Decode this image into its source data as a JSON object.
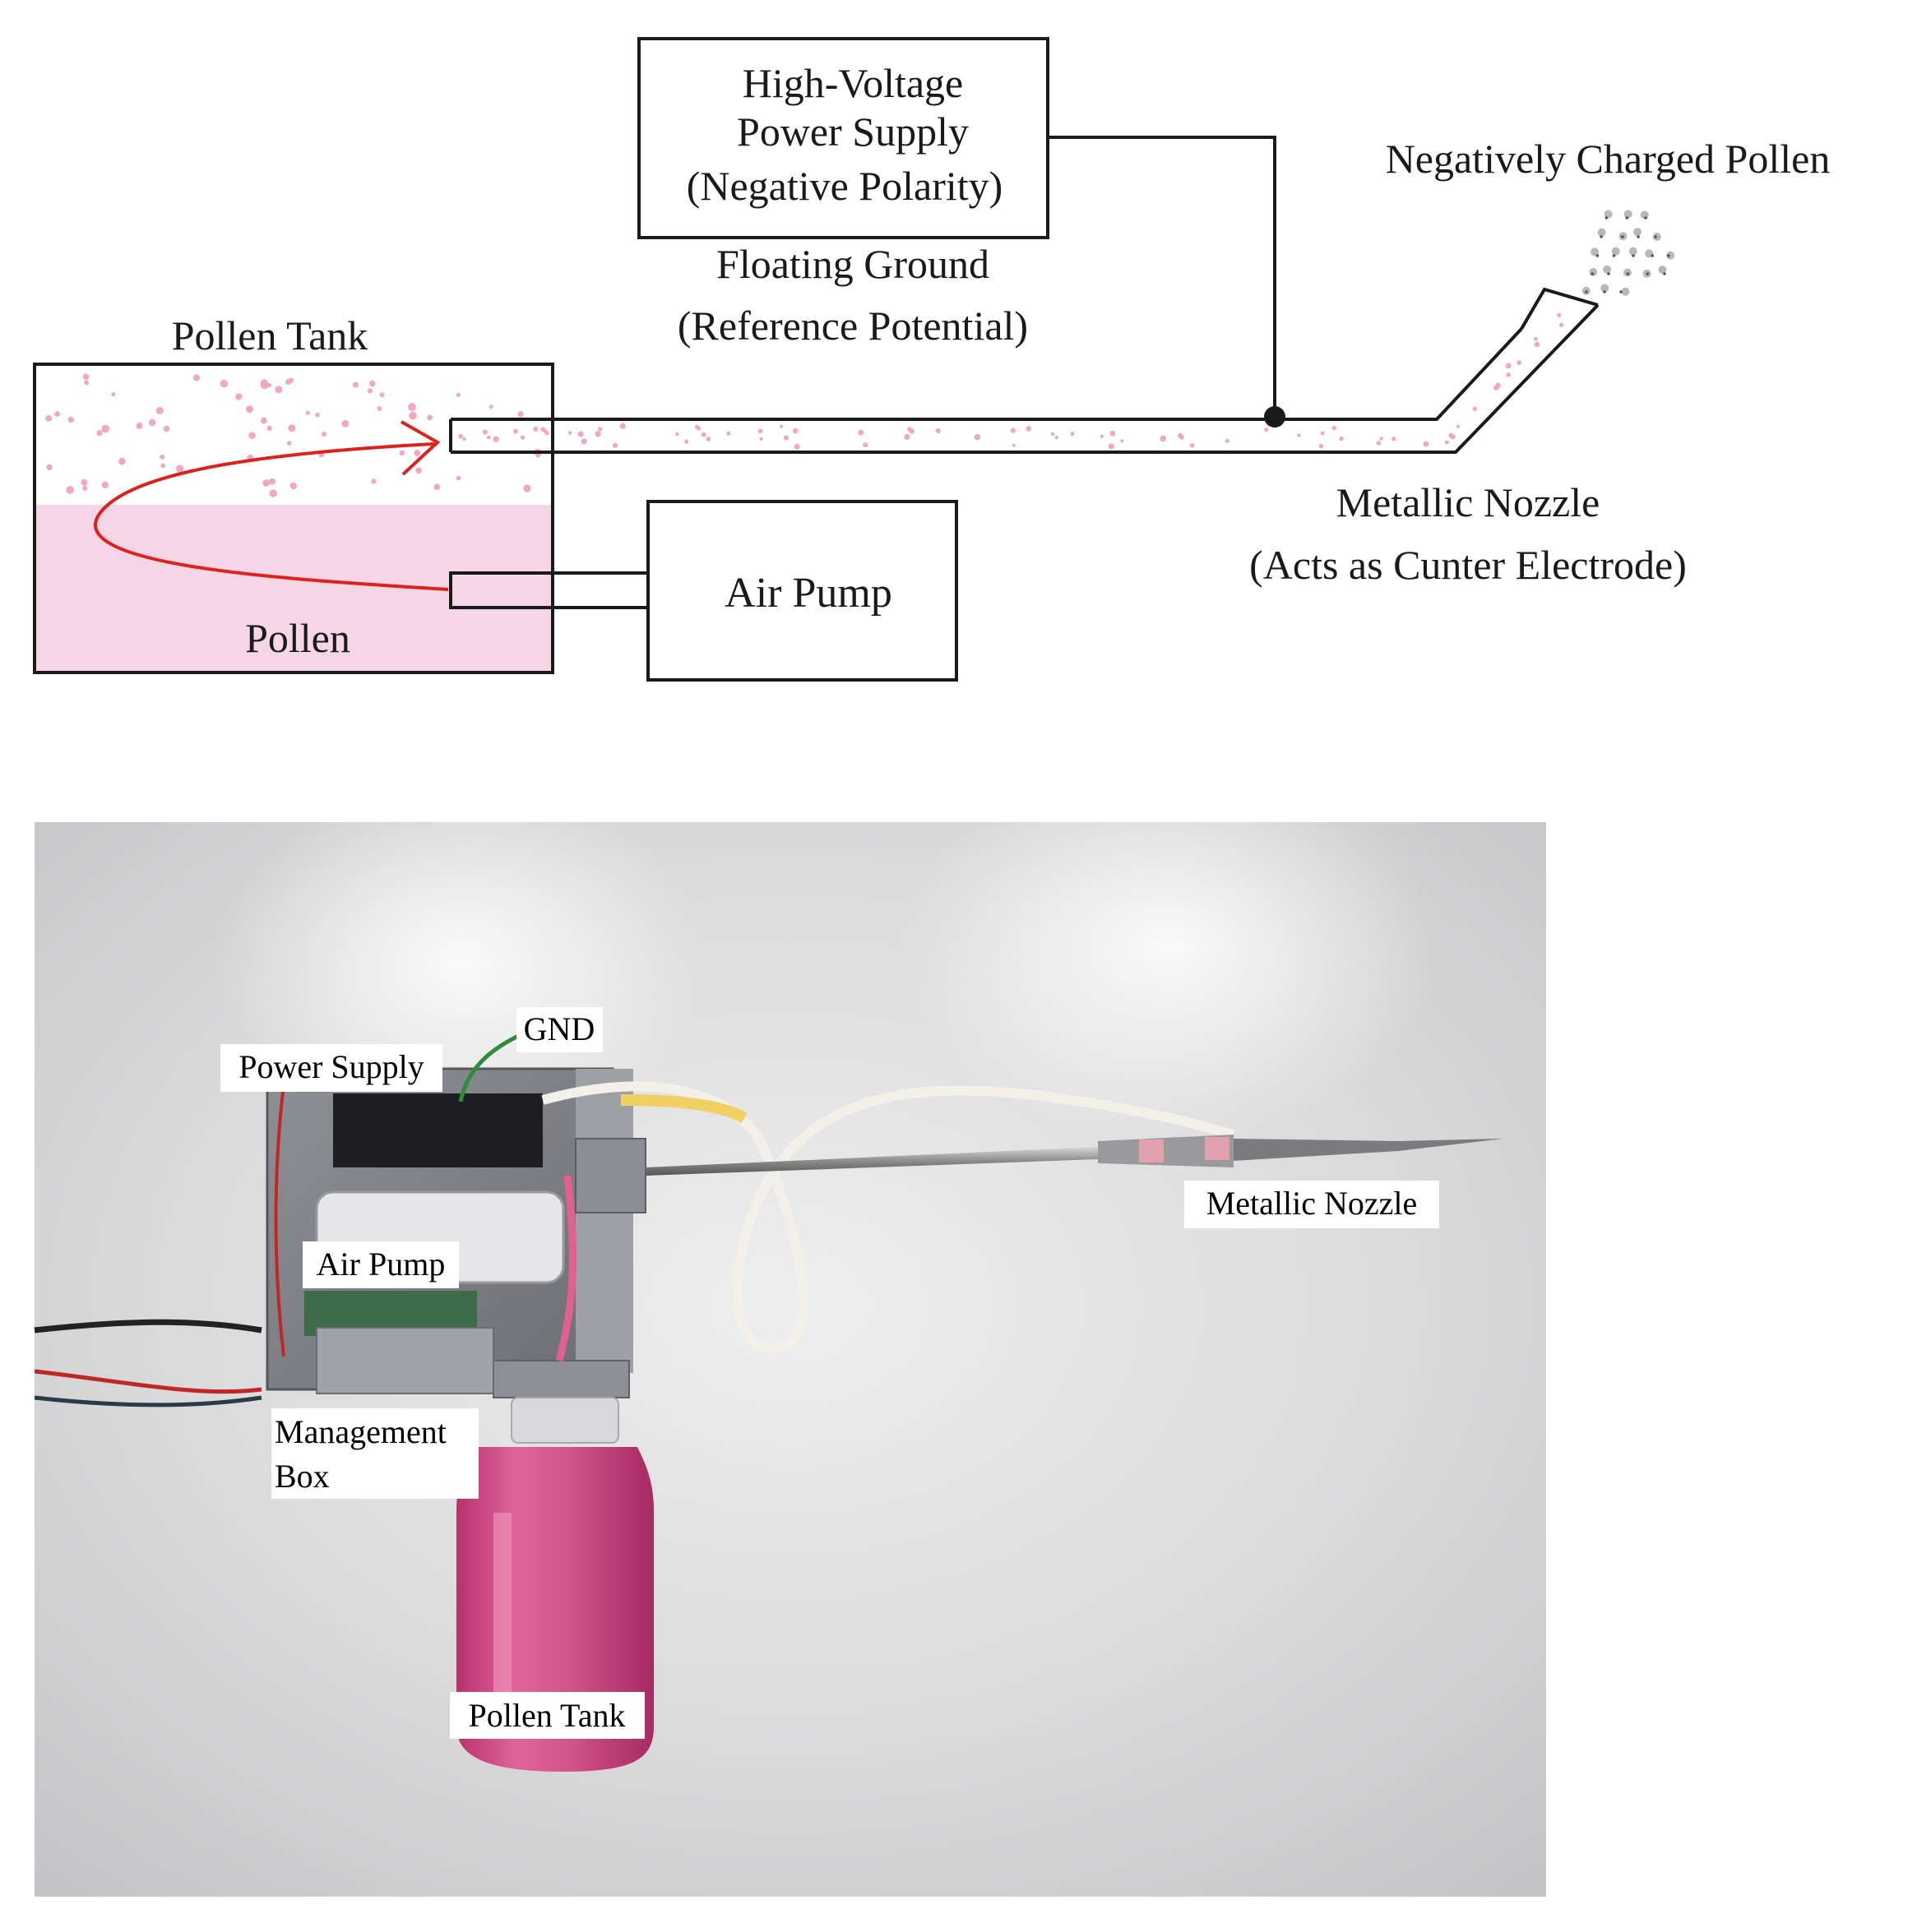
{
  "schematic": {
    "hv_supply_line1": "High-Voltage",
    "hv_supply_line2": "Power Supply",
    "hv_supply_line3": "(Negative Polarity)",
    "floating_ground_line1": "Floating Ground",
    "floating_ground_line2": "(Reference Potential)",
    "charged_pollen": "Negatively Charged Pollen",
    "pollen_tank": "Pollen Tank",
    "pollen": "Pollen",
    "air_pump": "Air Pump",
    "nozzle_line1": "Metallic Nozzle",
    "nozzle_line2": "(Acts as Cunter Electrode)"
  },
  "photo": {
    "gnd": "GND",
    "power_supply": "Power Supply",
    "air_pump": "Air Pump",
    "management_line1": "Management",
    "management_line2": "Box",
    "metallic_nozzle": "Metallic Nozzle",
    "pollen_tank": "Pollen Tank"
  },
  "colors": {
    "pollen_pink": "#f6d6e6",
    "pollen_dot": "#f2a6c4",
    "flow_arrow": "#e0201a",
    "line": "#1a1a1a"
  }
}
